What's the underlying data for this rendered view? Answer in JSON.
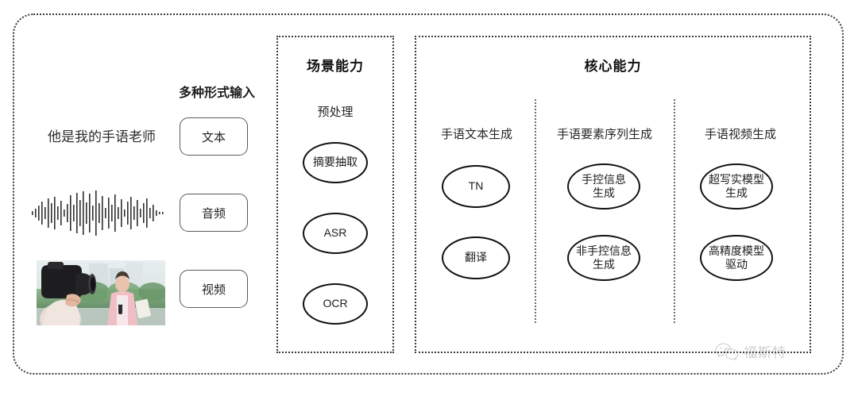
{
  "diagram": {
    "title_hidden": "",
    "input_section": {
      "heading": "多种形式输入",
      "sample_text": "他是我的手语老师",
      "chips": [
        {
          "label": "文本",
          "name": "text"
        },
        {
          "label": "音频",
          "name": "audio"
        },
        {
          "label": "视频",
          "name": "video"
        }
      ],
      "waveform_icon": "audio-waveform-icon",
      "video_thumbnail_icon": "video-thumbnail-image"
    },
    "scene_panel": {
      "title": "场景能力",
      "subtitle": "预处理",
      "nodes": [
        {
          "label": "摘要抽取"
        },
        {
          "label": "ASR"
        },
        {
          "label": "OCR"
        }
      ]
    },
    "core_panel": {
      "title": "核心能力",
      "columns": [
        {
          "title": "手语文本生成",
          "nodes": [
            {
              "label": "TN"
            },
            {
              "label": "翻译"
            }
          ]
        },
        {
          "title": "手语要素序列生成",
          "nodes": [
            {
              "label": "手控信息\n生成"
            },
            {
              "label": "非手控信息\n生成"
            }
          ]
        },
        {
          "title": "手语视频生成",
          "nodes": [
            {
              "label": "超写实模型\n生成"
            },
            {
              "label": "高精度模型\n驱动"
            }
          ]
        }
      ]
    },
    "watermark": {
      "text": "福斯特",
      "icon": "wechat-icon"
    },
    "colors": {
      "background": "#ffffff",
      "frame_border": "#3a3a3a",
      "node_border": "#111111",
      "chip_border": "#5a5a5a",
      "text_primary": "#1a1a1a",
      "watermark": "#8c8c8c"
    }
  }
}
